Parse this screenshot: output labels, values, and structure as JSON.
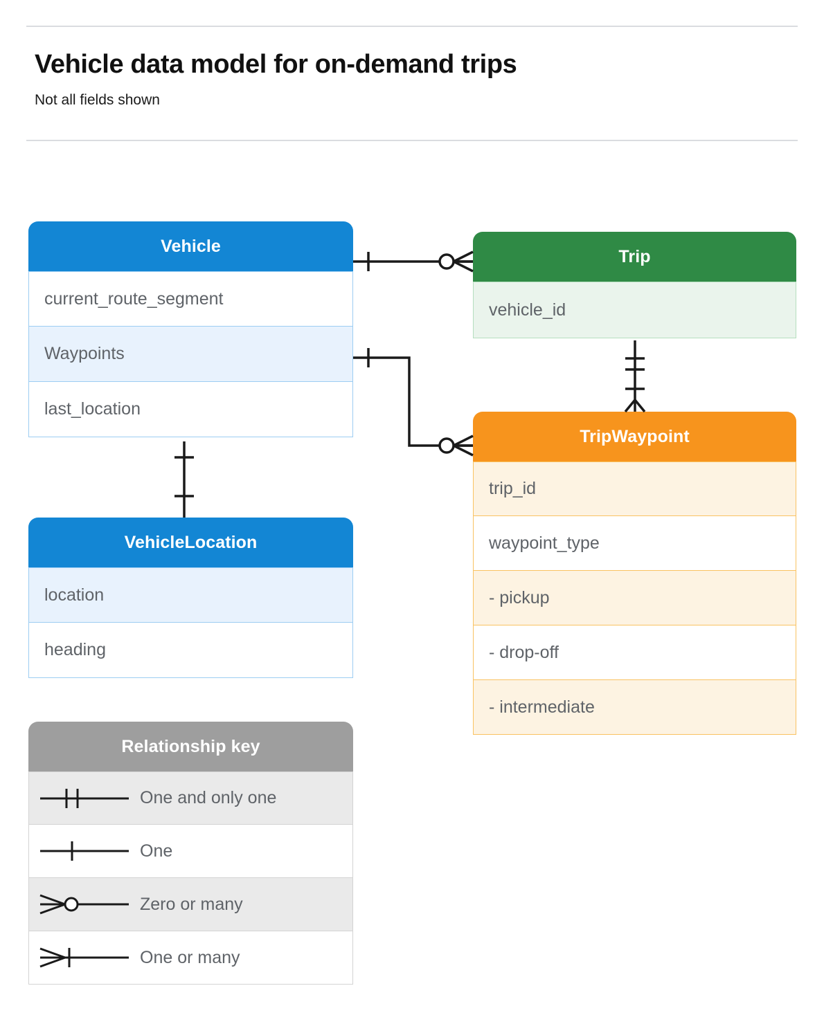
{
  "header": {
    "title": "Vehicle data model for on-demand trips",
    "subtitle": "Not all fields shown"
  },
  "colors": {
    "vehicle": "#1386d4",
    "trip": "#2f8a45",
    "tripwaypoint": "#f7941d",
    "legend": "#9e9e9e",
    "connector": "#1a1a1a",
    "divider": "#dadce0"
  },
  "entities": [
    {
      "id": "vehicle",
      "name": "Vehicle",
      "fields": [
        {
          "label": "current_route_segment"
        },
        {
          "label": "Waypoints"
        },
        {
          "label": "last_location"
        }
      ]
    },
    {
      "id": "vehiclelocation",
      "name": "VehicleLocation",
      "fields": [
        {
          "label": "location"
        },
        {
          "label": "heading"
        }
      ]
    },
    {
      "id": "trip",
      "name": "Trip",
      "fields": [
        {
          "label": "vehicle_id"
        }
      ]
    },
    {
      "id": "tripwaypoint",
      "name": "TripWaypoint",
      "fields": [
        {
          "label": "trip_id"
        },
        {
          "label": "waypoint_type"
        },
        {
          "label": "-  pickup"
        },
        {
          "label": "-  drop-off"
        },
        {
          "label": "-  intermediate"
        }
      ]
    }
  ],
  "legend": {
    "title": "Relationship key",
    "rows": [
      {
        "symbol": "one-and-only-one-icon",
        "label": "One and only one"
      },
      {
        "symbol": "one-icon",
        "label": "One"
      },
      {
        "symbol": "zero-or-many-icon",
        "label": "Zero or many"
      },
      {
        "symbol": "one-or-many-icon",
        "label": "One or many"
      }
    ]
  },
  "relationships": [
    {
      "id": "vehicle-trip",
      "from": "Vehicle",
      "to": "Trip",
      "from_cardinality": "One",
      "to_cardinality": "Zero or many"
    },
    {
      "id": "vehicle-waypoints-tripwaypoint",
      "from": "Vehicle.Waypoints",
      "to": "TripWaypoint",
      "from_cardinality": "One",
      "to_cardinality": "Zero or many"
    },
    {
      "id": "trip-tripwaypoint",
      "from": "Trip",
      "to": "TripWaypoint",
      "from_cardinality": "One and only one",
      "to_cardinality": "One or many"
    },
    {
      "id": "vehicle-vehiclelocation",
      "from": "Vehicle",
      "to": "VehicleLocation",
      "from_cardinality": "One and only one",
      "to_cardinality": "One and only one"
    }
  ]
}
